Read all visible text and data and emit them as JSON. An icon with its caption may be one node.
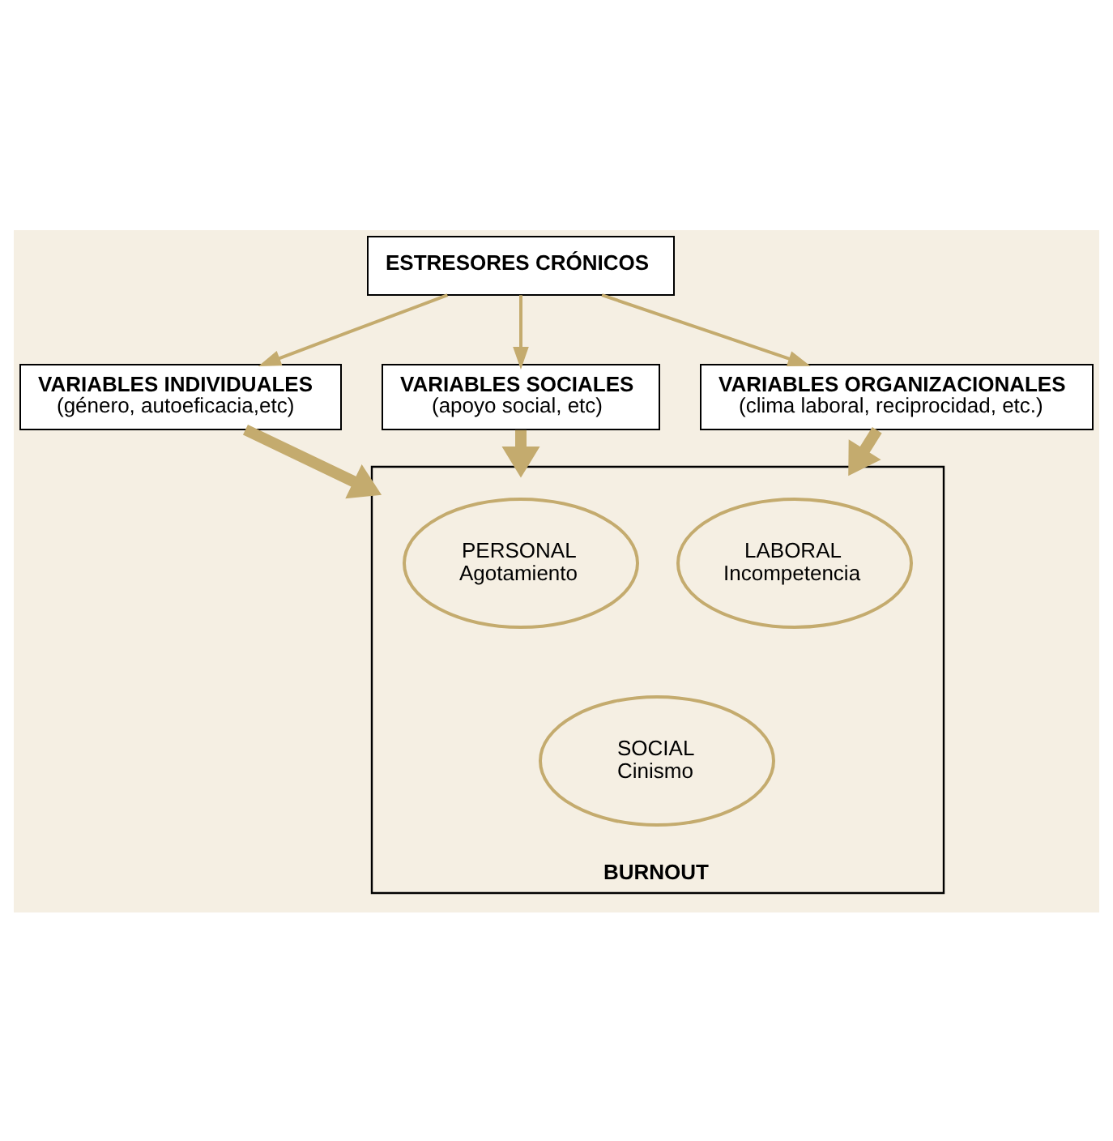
{
  "diagram": {
    "nodes": [
      {
        "text": [
          "ESTRESORES CRÓNICOS"
        ]
      },
      {
        "text": [
          "VARIABLES INDIVIDUALES",
          "(género, autoeficacia,etc)"
        ]
      },
      {
        "text": [
          "VARIABLES SOCIALES",
          "(apoyo social, etc)"
        ]
      },
      {
        "text": [
          "VARIABLES ORGANIZACIONALES",
          "(clima laboral, reciprocidad, etc.)"
        ]
      },
      {
        "text": [
          "BURNOUT"
        ]
      },
      {
        "text": [
          "PERSONAL",
          "Agotamiento"
        ],
        "in": 4
      },
      {
        "text": [
          "LABORAL",
          "Incompetencia"
        ],
        "in": 4
      },
      {
        "text": [
          "SOCIAL",
          "Cinismo"
        ],
        "in": 4
      }
    ],
    "edges": [
      {
        "from": 0,
        "to": 1,
        "arrow": "to"
      },
      {
        "from": 0,
        "to": 2,
        "arrow": "to"
      },
      {
        "from": 0,
        "to": 3,
        "arrow": "to"
      },
      {
        "from": 1,
        "to": 4,
        "arrow": "to",
        "style": "thick"
      },
      {
        "from": 2,
        "to": 4,
        "arrow": "to",
        "style": "thick"
      },
      {
        "from": 3,
        "to": 4,
        "arrow": "to",
        "style": "thick"
      }
    ]
  }
}
